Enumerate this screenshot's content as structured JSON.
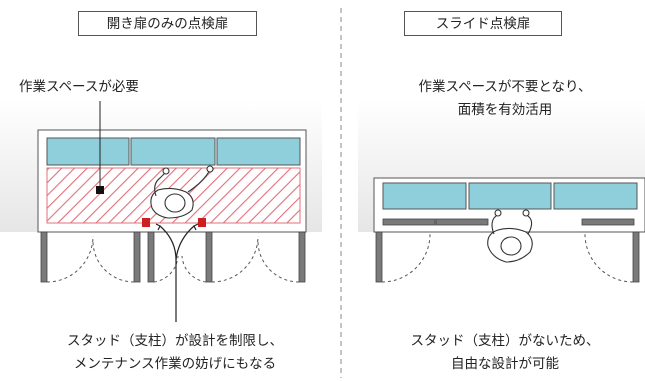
{
  "left": {
    "title": "開き扉のみの点検扉",
    "label_work_space": "作業スペースが必要",
    "caption_line1": "スタッド（支柱）が設計を制限し、",
    "caption_line2": "メンテナンス作業の妨げにもなる"
  },
  "right": {
    "title": "スライド点検扉",
    "label_line1": "作業スペースが不要となり、",
    "label_line2": "面積を有効活用",
    "caption_line1": "スタッド（支柱）がないため、",
    "caption_line2": "自由な設計が可能"
  },
  "colors": {
    "panel": "#8ecfdb",
    "hatch": "#e0707a",
    "stud": "#cc1f1f",
    "wall_shade": "#e9e9e9",
    "door": "#7a7a7a"
  }
}
